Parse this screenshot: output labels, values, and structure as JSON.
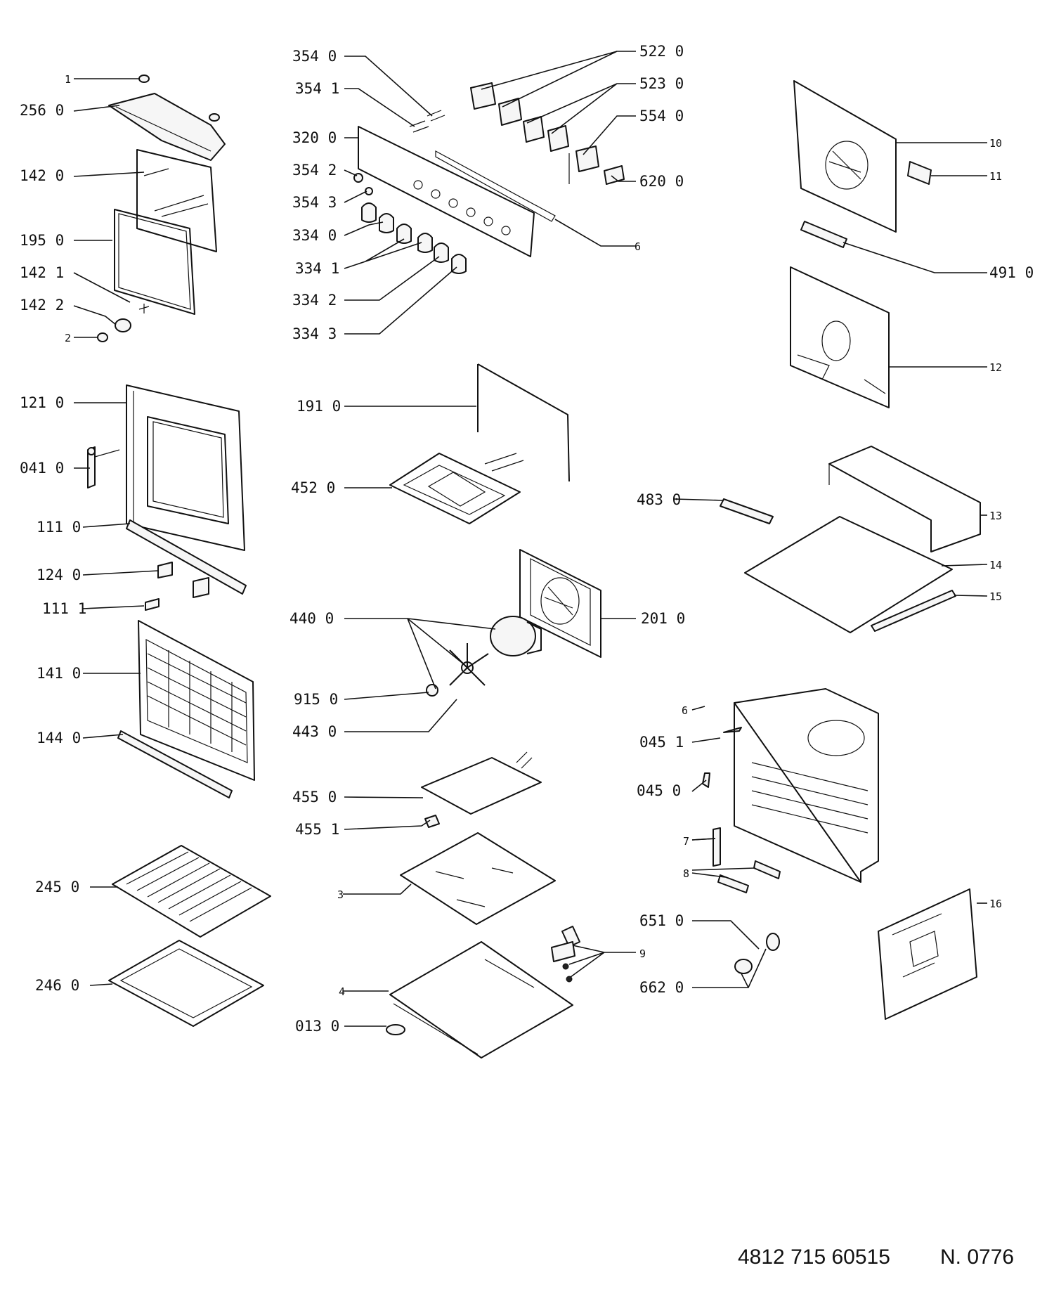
{
  "callouts": [
    {
      "id": "c1",
      "text": "1"
    },
    {
      "id": "c256",
      "text": "256 0"
    },
    {
      "id": "c1420",
      "text": "142 0"
    },
    {
      "id": "c195",
      "text": "195 0"
    },
    {
      "id": "c1421",
      "text": "142 1"
    },
    {
      "id": "c1422",
      "text": "142 2"
    },
    {
      "id": "c2",
      "text": "2"
    },
    {
      "id": "c121",
      "text": "121 0"
    },
    {
      "id": "c041",
      "text": "041 0"
    },
    {
      "id": "c1110",
      "text": "111 0"
    },
    {
      "id": "c124",
      "text": "124 0"
    },
    {
      "id": "c1111",
      "text": "111 1"
    },
    {
      "id": "c141",
      "text": "141 0"
    },
    {
      "id": "c144",
      "text": "144 0"
    },
    {
      "id": "c245",
      "text": "245 0"
    },
    {
      "id": "c246",
      "text": "246 0"
    },
    {
      "id": "c3540",
      "text": "354 0"
    },
    {
      "id": "c3541",
      "text": "354 1"
    },
    {
      "id": "c320",
      "text": "320 0"
    },
    {
      "id": "c3542",
      "text": "354 2"
    },
    {
      "id": "c3543",
      "text": "354 3"
    },
    {
      "id": "c3340",
      "text": "334 0"
    },
    {
      "id": "c3341",
      "text": "334 1"
    },
    {
      "id": "c3342",
      "text": "334 2"
    },
    {
      "id": "c3343",
      "text": "334 3"
    },
    {
      "id": "c191",
      "text": "191 0"
    },
    {
      "id": "c452",
      "text": "452 0"
    },
    {
      "id": "c440",
      "text": "440 0"
    },
    {
      "id": "c915",
      "text": "915 0"
    },
    {
      "id": "c443",
      "text": "443 0"
    },
    {
      "id": "c4550",
      "text": "455 0"
    },
    {
      "id": "c4551",
      "text": "455 1"
    },
    {
      "id": "c3",
      "text": "3"
    },
    {
      "id": "c4",
      "text": "4"
    },
    {
      "id": "c013",
      "text": "013 0"
    },
    {
      "id": "c522",
      "text": "522 0"
    },
    {
      "id": "c523",
      "text": "523 0"
    },
    {
      "id": "c554",
      "text": "554 0"
    },
    {
      "id": "c620",
      "text": "620 0"
    },
    {
      "id": "c6a",
      "text": "6"
    },
    {
      "id": "c483",
      "text": "483 0"
    },
    {
      "id": "c201",
      "text": "201 0"
    },
    {
      "id": "c6b",
      "text": "6"
    },
    {
      "id": "c0451",
      "text": "045 1"
    },
    {
      "id": "c0450",
      "text": "045 0"
    },
    {
      "id": "c7",
      "text": "7"
    },
    {
      "id": "c8",
      "text": "8"
    },
    {
      "id": "c651",
      "text": "651 0"
    },
    {
      "id": "c9",
      "text": "9"
    },
    {
      "id": "c662",
      "text": "662 0"
    },
    {
      "id": "c10",
      "text": "10"
    },
    {
      "id": "c11",
      "text": "11"
    },
    {
      "id": "c491",
      "text": "491 0"
    },
    {
      "id": "c12",
      "text": "12"
    },
    {
      "id": "c13",
      "text": "13"
    },
    {
      "id": "c14",
      "text": "14"
    },
    {
      "id": "c15",
      "text": "15"
    },
    {
      "id": "c16",
      "text": "16"
    }
  ],
  "footer": {
    "part_number": "4812 715 60515",
    "edition": "N. 0776"
  }
}
